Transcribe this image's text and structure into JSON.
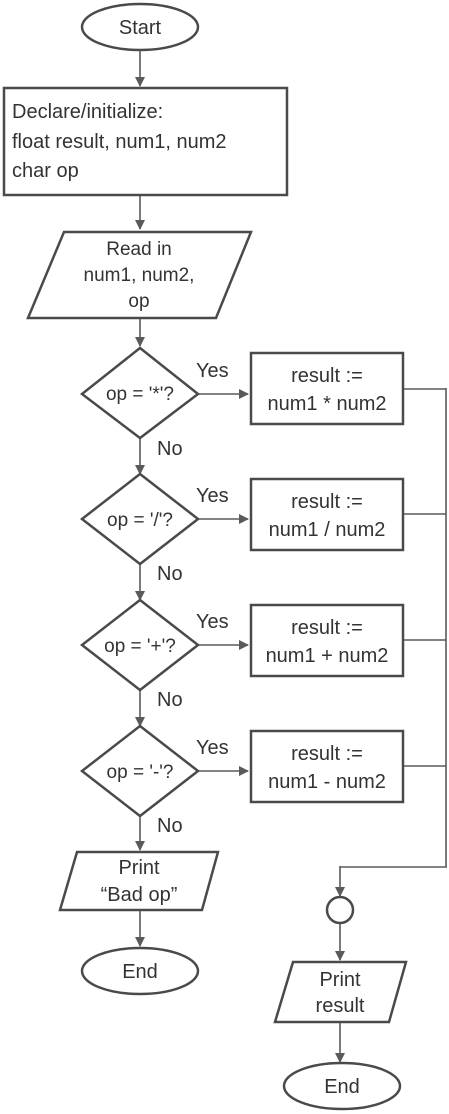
{
  "flowchart": {
    "start": "Start",
    "declare": [
      "Declare/initialize:",
      "float result, num1, num2",
      "char op"
    ],
    "read": [
      "Read in",
      "num1, num2,",
      "op"
    ],
    "decisions": [
      {
        "question": "op = '*'?",
        "yes": "Yes",
        "no": "No",
        "action": [
          "result :=",
          "num1 * num2"
        ]
      },
      {
        "question": "op = '/'?",
        "yes": "Yes",
        "no": "No",
        "action": [
          "result :=",
          "num1 / num2"
        ]
      },
      {
        "question": "op = '+'?",
        "yes": "Yes",
        "no": "No",
        "action": [
          "result :=",
          "num1 + num2"
        ]
      },
      {
        "question": "op = '-'?",
        "yes": "Yes",
        "no": "No",
        "action": [
          "result :=",
          "num1 - num2"
        ]
      }
    ],
    "print_bad": [
      "Print",
      "“Bad op”"
    ],
    "end_left": "End",
    "print_result": [
      "Print",
      "result"
    ],
    "end_right": "End"
  }
}
